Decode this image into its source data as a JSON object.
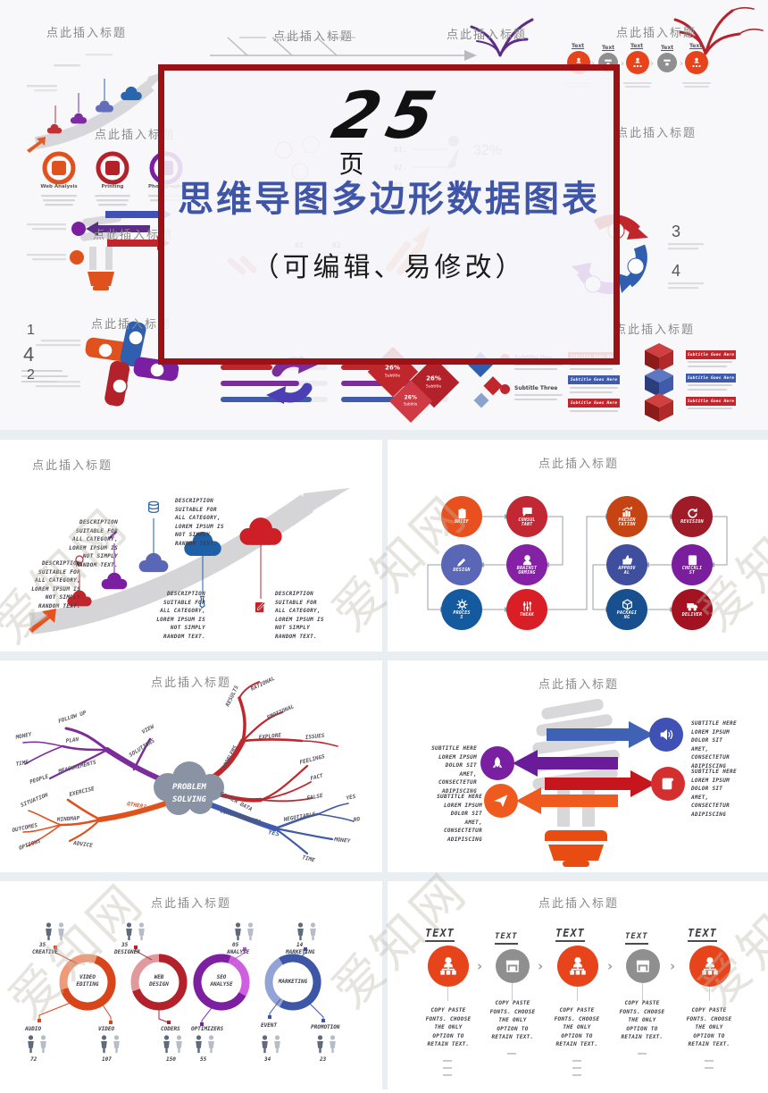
{
  "strings": {
    "slide_title": "点此插入标题",
    "watermark": "爱知网"
  },
  "hero": {
    "section_title": "点此插入标题",
    "card": {
      "number": "25",
      "unit": "页",
      "title": "思维导图多边形数据图表",
      "subtitle": "（可编辑、易修改）",
      "border_color": "#9c1115",
      "title_color": "#3f55a8",
      "number_color": "#111111"
    },
    "circle_trio": {
      "labels": [
        "Web Analysis",
        "Printing",
        "Photography"
      ],
      "colors": [
        "#e0521d",
        "#b3212b",
        "#7b1fa2"
      ]
    },
    "under_card": {
      "list_numbers": [
        "01.",
        "02.",
        "03."
      ],
      "percent": "32%",
      "mini_numbers": [
        "01",
        "02"
      ]
    },
    "steps_mini": {
      "label": "Text"
    },
    "numbered": {
      "n1": "1",
      "n2": "2",
      "n3": "3",
      "n4": "4"
    },
    "diamonds": {
      "value": "26%",
      "label": "Subtitle"
    },
    "banner": {
      "label": "Subtitle Goes Here",
      "colors": [
        "#c0272d",
        "#3f5ba9"
      ]
    },
    "subtitle_list": [
      "Subtitle One",
      "Subtitle Three"
    ]
  },
  "slides": {
    "arc": {
      "description": "DESCRIPTION\nSUITABLE FOR\nALL CATEGORY,\nLOREM IPSUM IS\nNOT SIMPLY\nRANDOM TEXT.",
      "cloud_colors": [
        "#c0272d",
        "#7b1fa2",
        "#5a67b7",
        "#1f5fa8",
        "#cf1f26"
      ]
    },
    "flow": {
      "left": [
        {
          "label": "BRIEF",
          "icon": "clipboard",
          "color": "#e8511e"
        },
        {
          "label": "CONSUL\nTANT",
          "icon": "chat",
          "color": "#c22833"
        },
        {
          "label": "DESIGN",
          "icon": "pencil",
          "color": "#5a67b7"
        },
        {
          "label": "BRAINST\nORMING",
          "icon": "head",
          "color": "#8521a5"
        },
        {
          "label": "PROCES\nS",
          "icon": "gear",
          "color": "#15599f"
        },
        {
          "label": "TWEAK",
          "icon": "sliders",
          "color": "#d91e26"
        }
      ],
      "right": [
        {
          "label": "PRESEN\nTATION",
          "icon": "chart",
          "color": "#c44414"
        },
        {
          "label": "REVISION",
          "icon": "refresh",
          "color": "#9e1b28"
        },
        {
          "label": "APPROV\nAL",
          "icon": "thumb",
          "color": "#3f4f9e"
        },
        {
          "label": "CHECKLI\nST",
          "icon": "checklist",
          "color": "#7a1e9e"
        },
        {
          "label": "PACKAGI\nNG",
          "icon": "box",
          "color": "#174f8f"
        },
        {
          "label": "DELIVER",
          "icon": "truck",
          "color": "#a31220"
        }
      ]
    },
    "mindmap": {
      "center": "PROBLEM\nSOLVING",
      "purple": {
        "labels": [
          "SOLUTIONS",
          "VIEW",
          "FOLLOW UP",
          "PLAN",
          "MONEY",
          "TIME",
          "PEOPLE",
          "MEASUREMENTS"
        ]
      },
      "red": {
        "labels": [
          "GATHER DATA",
          "PROBLEMS",
          "RESULTS",
          "RATIONAL",
          "EMOTIONAL",
          "EXPLORE",
          "ISSUES",
          "FEELINGS",
          "FACT",
          "FALSE"
        ]
      },
      "orange": {
        "labels": [
          "OTHER?",
          "EXERCISE",
          "MINDMAP",
          "ADVICE",
          "SITUATION",
          "OUTCOMES",
          "OPTIONS"
        ]
      },
      "blue": {
        "labels": [
          "CIRCUMSTANCES",
          "YES",
          "NEGOTIABLE",
          "YES",
          "NO",
          "MONEY",
          "TIME"
        ]
      }
    },
    "bulb": {
      "subtitle": "SUBTITLE HERE\nLOREM IPSUM\nDOLOR SIT\nAMET,\nCONSECTETUR\nADIPISCING",
      "items": [
        {
          "icon": "speaker",
          "color": "#3f51b5"
        },
        {
          "icon": "rocket",
          "color": "#7b1fa2"
        },
        {
          "icon": "note",
          "color": "#d32f2f"
        },
        {
          "icon": "plane",
          "color": "#ef5a1e"
        }
      ]
    },
    "rings": [
      {
        "center": "VIDEO\nEDITING",
        "dark": "#d8451b",
        "light": "#f09a78",
        "top_num": "35",
        "top_label": "CREATIVE",
        "bottoms": [
          {
            "num": "72",
            "label": "AUDIO"
          },
          {
            "num": "107",
            "label": "VIDEO"
          }
        ]
      },
      {
        "center": "WEB\nDESIGN",
        "dark": "#b3212b",
        "light": "#e09a9e",
        "top_num": "35",
        "top_label": "DESIGNER",
        "bottoms": [
          {
            "num": "150",
            "label": "CODERS"
          }
        ]
      },
      {
        "center": "SEO\nANALYSE",
        "dark": "#7c1fa0",
        "light": "#cf5ee0",
        "top_num": "05",
        "top_label": "ANALYSE",
        "bottoms": [
          {
            "num": "55",
            "label": "OPTIMIZERS"
          }
        ]
      },
      {
        "center": "MARKETING",
        "dark": "#3d56a6",
        "light": "#93a3d6",
        "top_num": "14",
        "top_label": "MARKETING",
        "bottoms": [
          {
            "num": "34",
            "label": "EVENT"
          },
          {
            "num": "23",
            "label": "PROMOTION"
          }
        ]
      }
    ],
    "steps": {
      "header": "TEXT",
      "body": "COPY PASTE\nFONTS. CHOOSE\nTHE ONLY\nOPTION TO\nRETAIN TEXT."
    }
  }
}
